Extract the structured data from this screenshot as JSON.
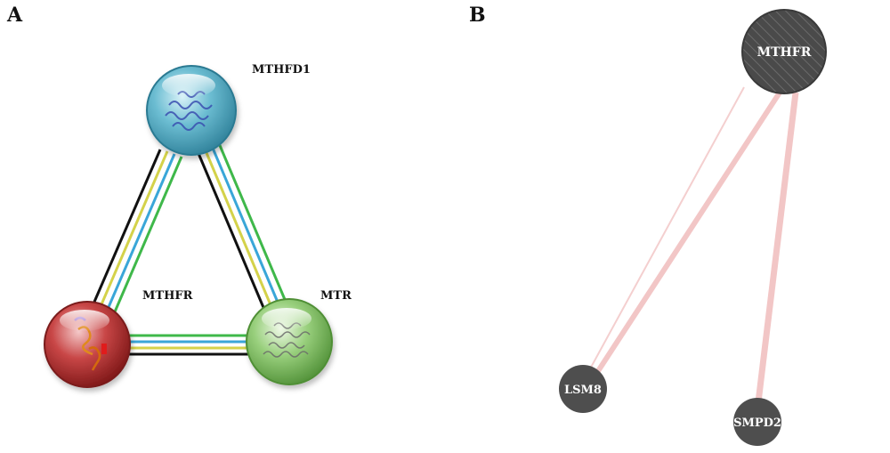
{
  "panels": {
    "a": {
      "letter": "A"
    },
    "b": {
      "letter": "B"
    }
  },
  "string_network": {
    "nodes": [
      {
        "id": "MTHFD1",
        "label": "MTHFD1",
        "color": "#5fb3c8",
        "icon": "protein-structure-icon"
      },
      {
        "id": "MTHFR",
        "label": "MTHFR",
        "color": "#c23c3c",
        "icon": "protein-structure-icon"
      },
      {
        "id": "MTR",
        "label": "MTR",
        "color": "#8cc870",
        "icon": "protein-structure-icon"
      }
    ],
    "edges": [
      {
        "source": "MTHFD1",
        "target": "MTHFR"
      },
      {
        "source": "MTHFD1",
        "target": "MTR"
      },
      {
        "source": "MTHFR",
        "target": "MTR"
      }
    ],
    "edge_colors": [
      "#111111",
      "#d4d24a",
      "#3aa6d8",
      "#3fb84a"
    ]
  },
  "genemania_network": {
    "nodes": [
      {
        "id": "MTHFR",
        "label": "MTHFR",
        "color": "#4a4a4a",
        "query": true
      },
      {
        "id": "LSM8",
        "label": "LSM8",
        "color": "#4e4e4e"
      },
      {
        "id": "SMPD2",
        "label": "SMPD2",
        "color": "#4e4e4e"
      }
    ],
    "edges": [
      {
        "source": "MTHFR",
        "target": "LSM8",
        "color": "#f2c6c6"
      },
      {
        "source": "MTHFR",
        "target": "LSM8",
        "color": "#f2c6c6"
      },
      {
        "source": "MTHFR",
        "target": "SMPD2",
        "color": "#f2c6c6"
      }
    ]
  }
}
